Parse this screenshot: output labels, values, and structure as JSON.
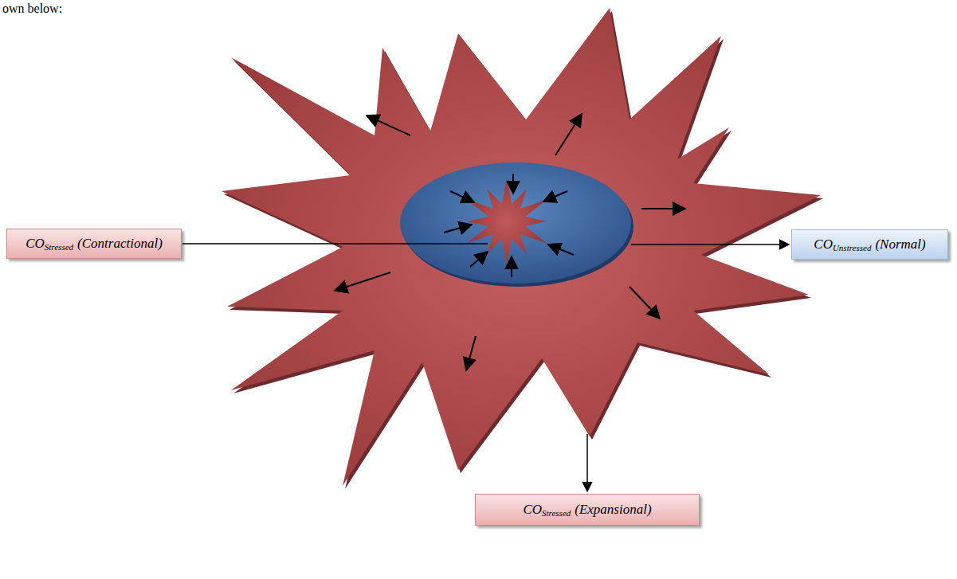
{
  "diagram": {
    "nodes": [
      {
        "text": [
          "CO",
          "Stressed",
          "(Contractional)"
        ]
      },
      {
        "text": [
          "CO",
          "Unstressed",
          "(Normal)"
        ]
      },
      {
        "text": [
          "CO",
          "Stressed",
          "(Expansional)"
        ]
      }
    ],
    "labels": [
      "own below:"
    ]
  }
}
